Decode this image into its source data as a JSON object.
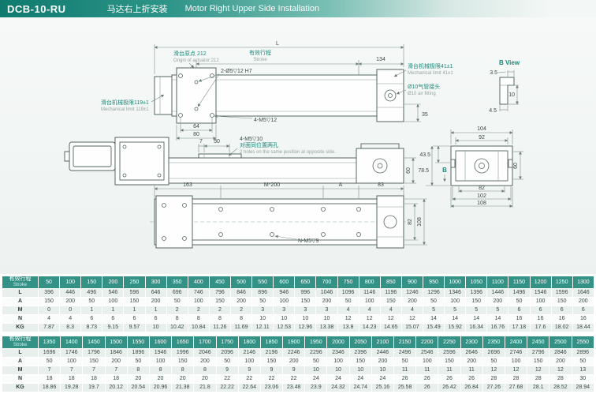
{
  "header": {
    "model": "DCB-10-RU",
    "title_cn": "马达右上折安装",
    "title_en": "Motor Right Upper Side Installation"
  },
  "drawing": {
    "top_view": {
      "dim_L": "L",
      "stroke_cn": "有效行程",
      "stroke_en": "Stroke",
      "dim_134": "134",
      "origin_cn": "滑台原点 212",
      "origin_en": "Origin of actuator:212",
      "dowel_holes": "2-Ø5▽12 H7",
      "limit_right_cn": "滑台机械极限41±1",
      "limit_right_en": "Mechanical limit 41±1",
      "air_cn": "Ø10气管接头",
      "air_en": "Ø10 air fitting",
      "limit_left_cn": "滑台机械极限119±1",
      "limit_left_en": "Mechanical limit 119±1",
      "screw_holes": "4-M5▽12",
      "dim_64": "64",
      "dim_80": "80",
      "dim_35": "35"
    },
    "b_view": {
      "label": "B View",
      "dim_3_5": "3.5",
      "dim_10": "10",
      "dim_4_5": "4.5"
    },
    "side_view": {
      "dim_7": "7",
      "dim_50": "50",
      "screw_holes": "4-M5▽10",
      "holes_cn": "对面同位置两孔",
      "holes_en": "2 holes on the same position at opposite side.",
      "dim_60": "60"
    },
    "section_view": {
      "dim_104": "104",
      "dim_92": "92",
      "dim_43_5": "43.5",
      "dim_78_5": "78.5",
      "dim_60": "60",
      "b_arrow": "B",
      "dim_82": "82",
      "dim_102": "102",
      "dim_108": "108"
    },
    "bottom_view": {
      "dim_163": "163",
      "dim_M200": "M*200",
      "dim_A": "A",
      "dim_83": "83",
      "screw_holes": "N-M5▽9",
      "dim_82": "82",
      "dim_108": "108"
    }
  },
  "tables": [
    {
      "header_cn": "有效行程",
      "header_en": "Stroke",
      "strokes": [
        "50",
        "100",
        "150",
        "200",
        "250",
        "300",
        "350",
        "400",
        "450",
        "500",
        "550",
        "600",
        "650",
        "700",
        "750",
        "800",
        "850",
        "900",
        "950",
        "1000",
        "1050",
        "1100",
        "1150",
        "1200",
        "1250",
        "1300"
      ],
      "rows": [
        {
          "label": "L",
          "values": [
            "396",
            "446",
            "496",
            "546",
            "596",
            "646",
            "696",
            "746",
            "796",
            "846",
            "896",
            "946",
            "996",
            "1046",
            "1096",
            "1146",
            "1196",
            "1246",
            "1296",
            "1346",
            "1396",
            "1446",
            "1496",
            "1546",
            "1596",
            "1646"
          ]
        },
        {
          "label": "A",
          "values": [
            "150",
            "200",
            "50",
            "100",
            "150",
            "200",
            "50",
            "100",
            "150",
            "200",
            "50",
            "100",
            "150",
            "200",
            "50",
            "100",
            "150",
            "200",
            "50",
            "100",
            "150",
            "200",
            "50",
            "100",
            "150",
            "200"
          ]
        },
        {
          "label": "M",
          "values": [
            "0",
            "0",
            "1",
            "1",
            "1",
            "1",
            "2",
            "2",
            "2",
            "2",
            "3",
            "3",
            "3",
            "3",
            "4",
            "4",
            "4",
            "4",
            "5",
            "5",
            "5",
            "5",
            "6",
            "6",
            "6",
            "6"
          ]
        },
        {
          "label": "N",
          "values": [
            "4",
            "4",
            "6",
            "6",
            "6",
            "6",
            "8",
            "8",
            "8",
            "8",
            "10",
            "10",
            "10",
            "10",
            "12",
            "12",
            "12",
            "12",
            "14",
            "14",
            "14",
            "14",
            "16",
            "16",
            "16",
            "16"
          ]
        },
        {
          "label": "KG",
          "values": [
            "7.87",
            "8.3",
            "8.73",
            "9.15",
            "9.57",
            "10",
            "10.42",
            "10.84",
            "11.26",
            "11.69",
            "12.11",
            "12.53",
            "12.96",
            "13.38",
            "13.8",
            "14.23",
            "14.65",
            "15.07",
            "15.49",
            "15.92",
            "16.34",
            "16.76",
            "17.18",
            "17.6",
            "18.02",
            "18.44"
          ]
        }
      ]
    },
    {
      "header_cn": "有效行程",
      "header_en": "Stroke",
      "strokes": [
        "1350",
        "1400",
        "1450",
        "1500",
        "1550",
        "1600",
        "1650",
        "1700",
        "1750",
        "1800",
        "1850",
        "1900",
        "1950",
        "2000",
        "2050",
        "2100",
        "2150",
        "2200",
        "2250",
        "2300",
        "2350",
        "2400",
        "2450",
        "2500",
        "2550"
      ],
      "rows": [
        {
          "label": "L",
          "values": [
            "1696",
            "1746",
            "1796",
            "1846",
            "1896",
            "1946",
            "1996",
            "2046",
            "2096",
            "2146",
            "2196",
            "2246",
            "2296",
            "2346",
            "2396",
            "2446",
            "2496",
            "2546",
            "2596",
            "2646",
            "2696",
            "2746",
            "2796",
            "2846",
            "2896"
          ]
        },
        {
          "label": "A",
          "values": [
            "50",
            "100",
            "150",
            "200",
            "50",
            "100",
            "150",
            "200",
            "50",
            "100",
            "150",
            "200",
            "50",
            "100",
            "150",
            "200",
            "50",
            "100",
            "150",
            "200",
            "50",
            "100",
            "150",
            "200",
            "50"
          ]
        },
        {
          "label": "M",
          "values": [
            "7",
            "7",
            "7",
            "7",
            "8",
            "8",
            "8",
            "8",
            "9",
            "9",
            "9",
            "9",
            "10",
            "10",
            "10",
            "10",
            "11",
            "11",
            "11",
            "11",
            "12",
            "12",
            "12",
            "12",
            "13"
          ]
        },
        {
          "label": "N",
          "values": [
            "18",
            "18",
            "18",
            "18",
            "20",
            "20",
            "20",
            "20",
            "22",
            "22",
            "22",
            "22",
            "24",
            "24",
            "24",
            "24",
            "26",
            "26",
            "26",
            "26",
            "28",
            "28",
            "28",
            "28",
            "30"
          ]
        },
        {
          "label": "KG",
          "values": [
            "18.86",
            "19.28",
            "19.7",
            "20.12",
            "20.54",
            "20.96",
            "21.38",
            "21.8",
            "22.22",
            "22.64",
            "23.06",
            "23.48",
            "23.9",
            "24.32",
            "24.74",
            "25.16",
            "25.58",
            "26",
            "26.42",
            "26.84",
            "27.26",
            "27.68",
            "28.1",
            "28.52",
            "28.94"
          ]
        }
      ]
    }
  ]
}
